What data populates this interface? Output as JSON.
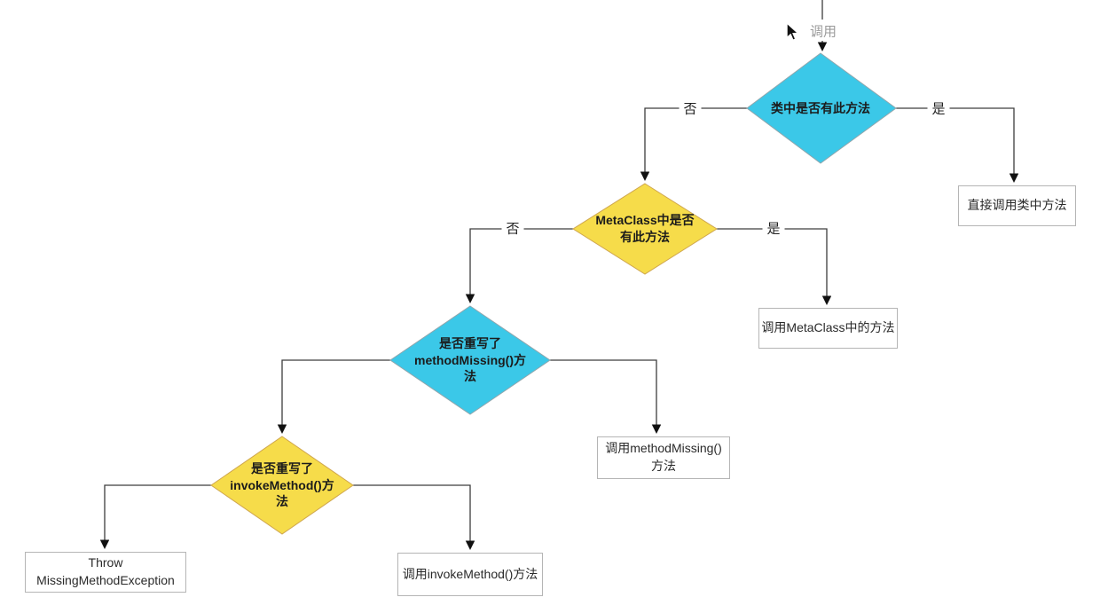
{
  "colors": {
    "decision_cyan": "#3bc8e8",
    "decision_cyan_border": "#8fa6ad",
    "decision_yellow": "#f6dc4a",
    "decision_yellow_border": "#cfa64e",
    "connector_line": "#3d3d3d",
    "result_box_border": "#b5b5b5",
    "entry_label_text": "#9b9b9b"
  },
  "entry": {
    "label": "调用"
  },
  "decisions": {
    "class_has_method": {
      "label": "类中是否有此方法"
    },
    "metaclass_has_method": {
      "label": "MetaClass中是否\n有此方法"
    },
    "overrides_methodmissing": {
      "label": "是否重写了\nmethodMissing()方\n法"
    },
    "overrides_invokemethod": {
      "label": "是否重写了\ninvokeMethod()方\n法"
    }
  },
  "results": {
    "call_class_method": {
      "label": "直接调用类中方法"
    },
    "call_metaclass_method": {
      "label": "调用MetaClass中的方法"
    },
    "call_methodmissing": {
      "label": "调用methodMissing()\n方法"
    },
    "throw_missing_method_exception": {
      "label": "Throw\nMissingMethodException"
    },
    "call_invokemethod": {
      "label": "调用invokeMethod()方法"
    }
  },
  "edge_labels": {
    "d1_yes": "是",
    "d1_no": "否",
    "d2_yes": "是",
    "d2_no": "否"
  }
}
